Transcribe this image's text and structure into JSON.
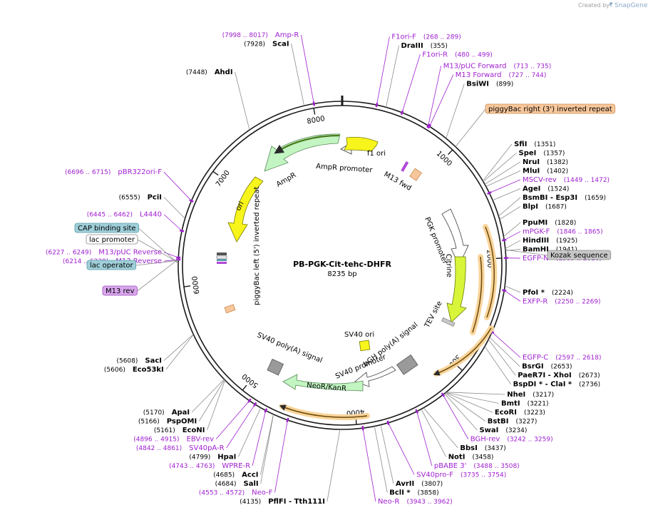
{
  "brand": {
    "created_by": "Created by",
    "name": "SnapGene"
  },
  "plasmid": {
    "name": "PB-PGK-Cit-tehc-DHFR",
    "size": "8235 bp",
    "length": 8235
  },
  "ticks": [
    {
      "bp": 1000,
      "label": "1000"
    },
    {
      "bp": 2000,
      "label": "2000"
    },
    {
      "bp": 3000,
      "label": "3000"
    },
    {
      "bp": 4000,
      "label": "4000"
    },
    {
      "bp": 5000,
      "label": "5000"
    },
    {
      "bp": 6000,
      "label": "6000"
    },
    {
      "bp": 7000,
      "label": "7000"
    },
    {
      "bp": 8000,
      "label": "8000"
    }
  ],
  "sites": [
    {
      "name": "DraIII",
      "pos": "(355)",
      "bp": 355,
      "kind": "enzyme",
      "side": "R"
    },
    {
      "name": "BsiWI",
      "pos": "(899)",
      "bp": 899,
      "kind": "enzyme",
      "side": "R"
    },
    {
      "name": "SfiI",
      "pos": "(1351)",
      "bp": 1351,
      "kind": "enzyme",
      "side": "R"
    },
    {
      "name": "SpeI",
      "pos": "(1357)",
      "bp": 1357,
      "kind": "enzyme",
      "side": "R"
    },
    {
      "name": "NruI",
      "pos": "(1382)",
      "bp": 1382,
      "kind": "enzyme",
      "side": "R"
    },
    {
      "name": "MluI",
      "pos": "(1402)",
      "bp": 1402,
      "kind": "enzyme",
      "side": "R"
    },
    {
      "name": "AgeI",
      "pos": "(1524)",
      "bp": 1524,
      "kind": "enzyme",
      "side": "R"
    },
    {
      "name": "BsmBI - Esp3I",
      "pos": "(1659)",
      "bp": 1659,
      "kind": "enzyme",
      "side": "R"
    },
    {
      "name": "BlpI",
      "pos": "(1687)",
      "bp": 1687,
      "kind": "enzyme",
      "side": "R"
    },
    {
      "name": "PpuMI",
      "pos": "(1828)",
      "bp": 1828,
      "kind": "enzyme",
      "side": "R"
    },
    {
      "name": "HindIII",
      "pos": "(1925)",
      "bp": 1925,
      "kind": "enzyme",
      "side": "R"
    },
    {
      "name": "BamHI",
      "pos": "(1941)",
      "bp": 1941,
      "kind": "enzyme",
      "side": "R"
    },
    {
      "name": "PfoI *",
      "pos": "(2224)",
      "bp": 2224,
      "kind": "enzyme",
      "side": "R"
    },
    {
      "name": "BsrGI",
      "pos": "(2653)",
      "bp": 2653,
      "kind": "enzyme",
      "side": "R"
    },
    {
      "name": "PaeR7I - XhoI",
      "pos": "(2673)",
      "bp": 2673,
      "kind": "enzyme",
      "side": "R"
    },
    {
      "name": "BspDI * - ClaI *",
      "pos": "(2736)",
      "bp": 2736,
      "kind": "enzyme",
      "side": "R"
    },
    {
      "name": "NheI",
      "pos": "(3217)",
      "bp": 3217,
      "kind": "enzyme",
      "side": "R"
    },
    {
      "name": "BmtI",
      "pos": "(3221)",
      "bp": 3221,
      "kind": "enzyme",
      "side": "R"
    },
    {
      "name": "EcoRI",
      "pos": "(3223)",
      "bp": 3223,
      "kind": "enzyme",
      "side": "R"
    },
    {
      "name": "BstBI",
      "pos": "(3227)",
      "bp": 3227,
      "kind": "enzyme",
      "side": "R"
    },
    {
      "name": "SwaI",
      "pos": "(3234)",
      "bp": 3234,
      "kind": "enzyme",
      "side": "R"
    },
    {
      "name": "BbsI",
      "pos": "(3437)",
      "bp": 3437,
      "kind": "enzyme",
      "side": "R"
    },
    {
      "name": "NotI",
      "pos": "(3458)",
      "bp": 3458,
      "kind": "enzyme",
      "side": "R"
    },
    {
      "name": "AvrII",
      "pos": "(3807)",
      "bp": 3807,
      "kind": "enzyme",
      "side": "R"
    },
    {
      "name": "BclI *",
      "pos": "(3858)",
      "bp": 3858,
      "kind": "enzyme",
      "side": "R"
    },
    {
      "name": "PflFI - Tth111I",
      "pos": "(4135)",
      "bp": 4135,
      "kind": "enzyme",
      "side": "L"
    },
    {
      "name": "SalI",
      "pos": "(4684)",
      "bp": 4684,
      "kind": "enzyme",
      "side": "L"
    },
    {
      "name": "AccI",
      "pos": "(4685)",
      "bp": 4685,
      "kind": "enzyme",
      "side": "L"
    },
    {
      "name": "HpaI",
      "pos": "(4799)",
      "bp": 4799,
      "kind": "enzyme",
      "side": "L"
    },
    {
      "name": "EcoNI",
      "pos": "(5161)",
      "bp": 5161,
      "kind": "enzyme",
      "side": "L"
    },
    {
      "name": "PspOMI",
      "pos": "(5166)",
      "bp": 5166,
      "kind": "enzyme",
      "side": "L"
    },
    {
      "name": "ApaI",
      "pos": "(5170)",
      "bp": 5170,
      "kind": "enzyme",
      "side": "L"
    },
    {
      "name": "Eco53kI",
      "pos": "(5606)",
      "bp": 5606,
      "kind": "enzyme",
      "side": "L"
    },
    {
      "name": "SacI",
      "pos": "(5608)",
      "bp": 5608,
      "kind": "enzyme",
      "side": "L"
    },
    {
      "name": "PciI",
      "pos": "(6555)",
      "bp": 6555,
      "kind": "enzyme",
      "side": "L"
    },
    {
      "name": "AhdI",
      "pos": "(7448)",
      "bp": 7448,
      "kind": "enzyme",
      "side": "L"
    },
    {
      "name": "ScaI",
      "pos": "(7928)",
      "bp": 7928,
      "kind": "enzyme",
      "side": "L"
    },
    {
      "name": "F1ori-F",
      "pos": "(268 .. 289)",
      "bp": 278,
      "kind": "primer",
      "side": "R"
    },
    {
      "name": "F1ori-R",
      "pos": "(480 .. 499)",
      "bp": 490,
      "kind": "primer",
      "side": "R"
    },
    {
      "name": "M13/pUC Forward",
      "pos": "(713 .. 735)",
      "bp": 724,
      "kind": "primer",
      "side": "R"
    },
    {
      "name": "M13 Forward",
      "pos": "(727 .. 744)",
      "bp": 736,
      "kind": "primer",
      "side": "R"
    },
    {
      "name": "MSCV-rev",
      "pos": "(1449 .. 1472)",
      "bp": 1460,
      "kind": "primer",
      "side": "R"
    },
    {
      "name": "mPGK-F",
      "pos": "(1846 .. 1865)",
      "bp": 1856,
      "kind": "primer",
      "side": "R"
    },
    {
      "name": "EGFP-N",
      "pos": "(1989 .. 2010)",
      "bp": 2000,
      "kind": "primer",
      "side": "R"
    },
    {
      "name": "EXFP-R",
      "pos": "(2250 .. 2269)",
      "bp": 2260,
      "kind": "primer",
      "side": "R"
    },
    {
      "name": "EGFP-C",
      "pos": "(2597 .. 2618)",
      "bp": 2608,
      "kind": "primer",
      "side": "R"
    },
    {
      "name": "BGH-rev",
      "pos": "(3242 .. 3259)",
      "bp": 3250,
      "kind": "primer",
      "side": "R"
    },
    {
      "name": "pBABE 3'",
      "pos": "(3488 .. 3508)",
      "bp": 3498,
      "kind": "primer",
      "side": "R"
    },
    {
      "name": "SV40pro-F",
      "pos": "(3735 .. 3754)",
      "bp": 3745,
      "kind": "primer",
      "side": "R"
    },
    {
      "name": "Neo-R",
      "pos": "(3943 .. 3962)",
      "bp": 3952,
      "kind": "primer",
      "side": "R"
    },
    {
      "name": "Neo-F",
      "pos": "(4553 .. 4572)",
      "bp": 4562,
      "kind": "primer",
      "side": "L"
    },
    {
      "name": "WPRE-R",
      "pos": "(4743 .. 4763)",
      "bp": 4753,
      "kind": "primer",
      "side": "L"
    },
    {
      "name": "SV40pA-R",
      "pos": "(4842 .. 4861)",
      "bp": 4852,
      "kind": "primer",
      "side": "L"
    },
    {
      "name": "EBV-rev",
      "pos": "(4896 .. 4915)",
      "bp": 4905,
      "kind": "primer",
      "side": "L"
    },
    {
      "name": "M13 Reverse",
      "pos": "(6214 .. 6230)",
      "bp": 6222,
      "kind": "primer",
      "side": "L"
    },
    {
      "name": "M13/pUC Reverse",
      "pos": "(6227 .. 6249)",
      "bp": 6238,
      "kind": "primer",
      "side": "L"
    },
    {
      "name": "L4440",
      "pos": "(6445 .. 6462)",
      "bp": 6454,
      "kind": "primer",
      "side": "L"
    },
    {
      "name": "pBR322ori-F",
      "pos": "(6696 .. 6715)",
      "bp": 6706,
      "kind": "primer",
      "side": "L"
    },
    {
      "name": "Amp-R",
      "pos": "(7998 .. 8017)",
      "bp": 8008,
      "kind": "primer",
      "side": "L"
    }
  ],
  "boxed_labels": [
    {
      "text": "piggyBac right (3') inverted repeat",
      "bp": 1000,
      "fill": "#f7c79b",
      "stroke": "#c98a50"
    },
    {
      "text": "Kozak sequence",
      "bp": 1935,
      "fill": "#c8c8c8",
      "stroke": "#888888"
    },
    {
      "text": "CAP binding site",
      "bp": 6190,
      "fill": "#9fcfd9",
      "stroke": "#5a9aa8"
    },
    {
      "text": "lac promoter",
      "bp": 6200,
      "fill": "#ffffff",
      "stroke": "#888888"
    },
    {
      "text": "lac operator",
      "bp": 6215,
      "fill": "#9fcfd9",
      "stroke": "#5a9aa8"
    },
    {
      "text": "M13 rev",
      "bp": 6225,
      "fill": "#d9a6ee",
      "stroke": "#9a4fb8"
    }
  ],
  "features": [
    {
      "label": "f1 ori"
    },
    {
      "label": "AmpR promoter"
    },
    {
      "label": "AmpR"
    },
    {
      "label": "ori"
    },
    {
      "label": "M13 fwd"
    },
    {
      "label": "PGK promoter"
    },
    {
      "label": "Citrine"
    },
    {
      "label": "TEV site"
    },
    {
      "label": "SV40 ori"
    },
    {
      "label": "bGH poly(A) signal"
    },
    {
      "label": "SV40 promoter"
    },
    {
      "label": "NeoR/KanR"
    },
    {
      "label": "SV40 poly(A) signal"
    },
    {
      "label": "piggyBac left (5') inverted repeat"
    }
  ],
  "colors": {
    "enzyme": "#000000",
    "primer": "#a020d0",
    "leader": "#8c8c8c",
    "ring": "#1a1a1a",
    "yellow": "#f7f51b",
    "green": "#c2f5c2",
    "lime": "#d8f53a",
    "orange_glow": "#f9d49a",
    "gray": "#9a9a9a",
    "brand": "#8aa8c8"
  }
}
